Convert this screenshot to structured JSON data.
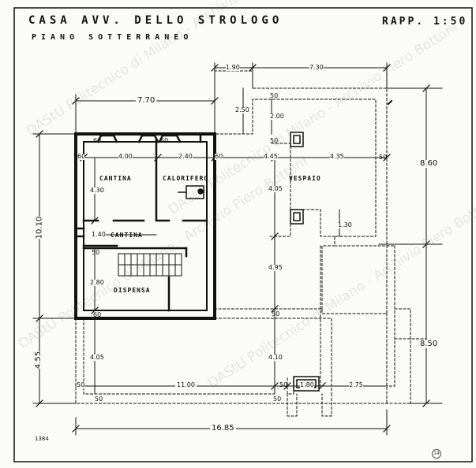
{
  "title": {
    "line1": "CASA AVV. DELLO STROLOGO",
    "line2": "PIANO SOTTERRANEO",
    "scale": "RAPP. 1:50"
  },
  "rooms": {
    "cantina_1": "CANTINA",
    "calorifero": "CALORIFERO",
    "cantina_2": "CANTINA",
    "dispensa": "DISPENSA",
    "vespaio": "VESPAIO"
  },
  "dimensions": {
    "top_left_overall": "7.70",
    "top_1_90": "1.90",
    "top_7_30": "7.30",
    "left_10_10": "10.10",
    "left_4_55": "4.55",
    "right_8_60": "8.60",
    "right_8_50": "8.50",
    "bottom_16_85": "16.85",
    "bottom_11_00": "11.00",
    "bottom_1_80": "1.80",
    "bottom_2_75": "2.75",
    "bottom_50_a": "50",
    "bottom_50_b": "50",
    "bottom_50_c": "50",
    "bottom_50_d": "50",
    "bottom_50_e": "50",
    "wall_60_a": "60",
    "wall_60_b": "60",
    "wall_60_c": "60",
    "wall_60_d": "60",
    "wall_60_e": "60",
    "cantina_4_00": "4.00",
    "cantina_4_30": "4.30",
    "calorifero_2_40": "2.40",
    "cantina2_1_40": "1.40",
    "dispensa_2_80": "2.80",
    "mid_4_45": "4.45",
    "mid_4_35": "4.35",
    "mid_4_05_a": "4.05",
    "mid_4_95": "4.95",
    "mid_4_10": "4.10",
    "left_4_05": "4.05",
    "mid_50_a": "50",
    "mid_50_b": "50",
    "mid_50_c": "50",
    "right_50": "50",
    "top_2_50": "2.50",
    "top_2_00": "2.00",
    "small_1_30": "1.30"
  },
  "sheet_number": "1384",
  "stamp": "14",
  "watermark": "DAStU Politecnico di Milano - Archivio Piero Bottoni",
  "colors": {
    "ink": "#111111",
    "paper": "#fbfbf9",
    "watermark": "#b0b0b0"
  }
}
